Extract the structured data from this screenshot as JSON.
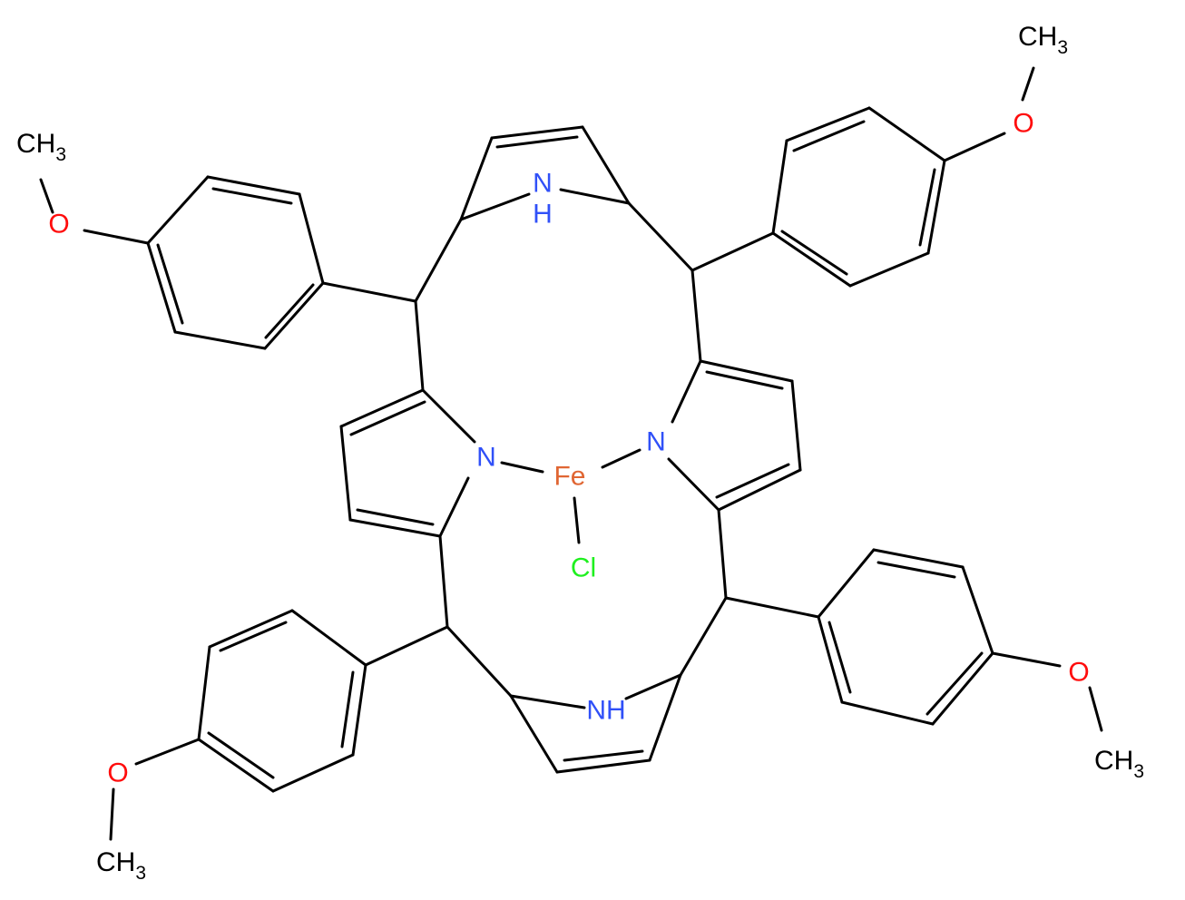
{
  "colors": {
    "bond": "#000000",
    "carbon": "#000000",
    "nitrogen": "#3050F8",
    "oxygen": "#FF0D0D",
    "iron": "#E06633",
    "chlorine": "#1FF01F"
  },
  "labels": {
    "fe": "Fe",
    "cl": "Cl",
    "n_left": "N",
    "n_right": "N",
    "nh_top_n": "N",
    "nh_top_h": "H",
    "nh_bottom": "NH",
    "o_tl": "O",
    "o_tr": "O",
    "o_br": "O",
    "o_bl": "O",
    "ch3_tl": "CH",
    "ch3_tl_sub": "3",
    "ch3_tr": "CH",
    "ch3_tr_sub": "3",
    "ch3_br": "CH",
    "ch3_br_sub": "3",
    "ch3_bl": "CH",
    "ch3_bl_sub": "3"
  }
}
